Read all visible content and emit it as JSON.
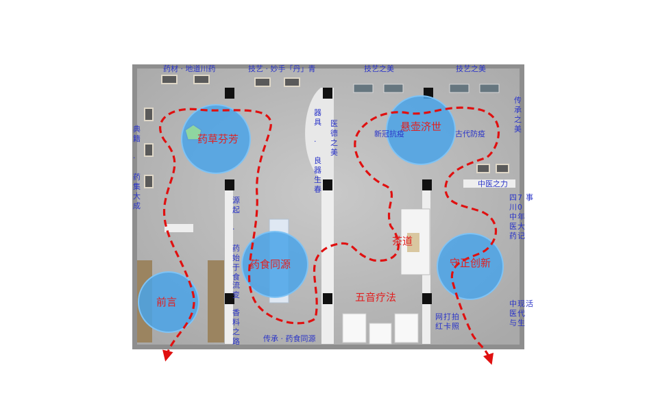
{
  "colors": {
    "floor": "#b7b7b7",
    "wall": "#8a8a8a",
    "zone": "#4aa3e8",
    "zone_text": "#e02020",
    "path": "#e01010",
    "blue_text": "#2a34c8",
    "pillar": "#111111"
  },
  "zones": [
    {
      "id": "preface",
      "label": "前言"
    },
    {
      "id": "herbs",
      "label": "药草芬芳"
    },
    {
      "id": "food",
      "label": "药食同源"
    },
    {
      "id": "xuanhu",
      "label": "悬壶济世"
    },
    {
      "id": "innovate",
      "label": "守正创新"
    }
  ],
  "red_labels": [
    {
      "id": "tea",
      "label": "茶道"
    },
    {
      "id": "music",
      "label": "五音疗法"
    }
  ],
  "labels": {
    "top_herbs": "药材 · 地道川药",
    "top_dan": "技艺 · 妙手「丹」青",
    "top_skill1": "技艺之美",
    "top_skill2": "技艺之美",
    "left_books": "典籍 · 药集大成",
    "origin": "源起 · 药始于食",
    "flow": "流变",
    "spice": "香料之路",
    "bottom_food": "传承 · 药食同源",
    "tools": "器具 · 良器生春",
    "medical_ethics": "医德之美",
    "new_crown": "新冠抗疫",
    "ancient": "古代防疫",
    "tcm_power": "中医之力",
    "inherit": "传承之美",
    "sichuan_70": "四川中医药70年大记事",
    "modern": "中医与现代生活",
    "checkin": "网红打卡拍照"
  }
}
